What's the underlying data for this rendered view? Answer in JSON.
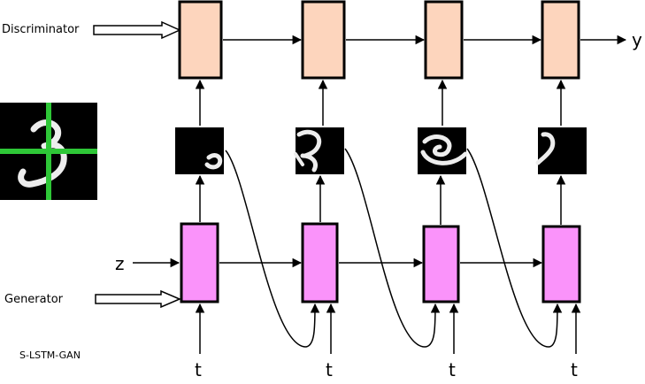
{
  "labels": {
    "discriminator": "Discriminator",
    "generator": "Generator",
    "noise": "z",
    "output": "y",
    "time": "t",
    "caption": "S-LSTM-GAN"
  },
  "colors": {
    "discriminator_cell": "#fdd5bd",
    "generator_cell": "#fa93fa",
    "patch": "#000000",
    "digit_stroke": "#ededed",
    "grid_line": "#2ec737",
    "line": "#000000"
  },
  "timesteps": [
    {
      "input": "t",
      "patch_quadrant": "top-right"
    },
    {
      "input": "t",
      "patch_quadrant": "top-left"
    },
    {
      "input": "t",
      "patch_quadrant": "bottom-left"
    },
    {
      "input": "t",
      "patch_quadrant": "bottom-right"
    }
  ]
}
